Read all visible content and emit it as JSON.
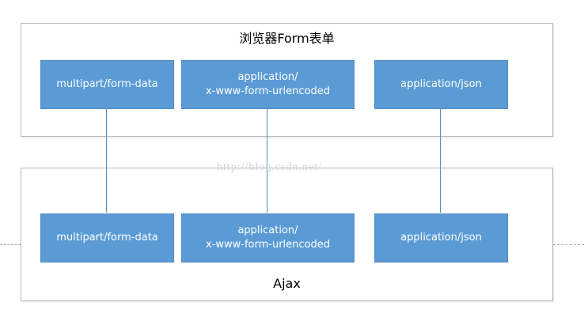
{
  "browser_form": {
    "title": "浏览器Form表单",
    "boxes": [
      {
        "line1": "multipart/form-data",
        "line2": ""
      },
      {
        "line1": "application/",
        "line2": "x-www-form-urlencoded"
      },
      {
        "line1": "application/json",
        "line2": ""
      }
    ]
  },
  "ajax": {
    "title": "Ajax",
    "boxes": [
      {
        "line1": "multipart/form-data",
        "line2": ""
      },
      {
        "line1": "application/",
        "line2": "x-www-form-urlencoded"
      },
      {
        "line1": "application/json",
        "line2": ""
      }
    ]
  },
  "watermark": "http://blog.csdn.net/",
  "colors": {
    "box_fill": "#5b9bd5",
    "connector": "#4d8fcc",
    "group_border": "#bcbcbc",
    "watermark": "#d3d3d3"
  }
}
